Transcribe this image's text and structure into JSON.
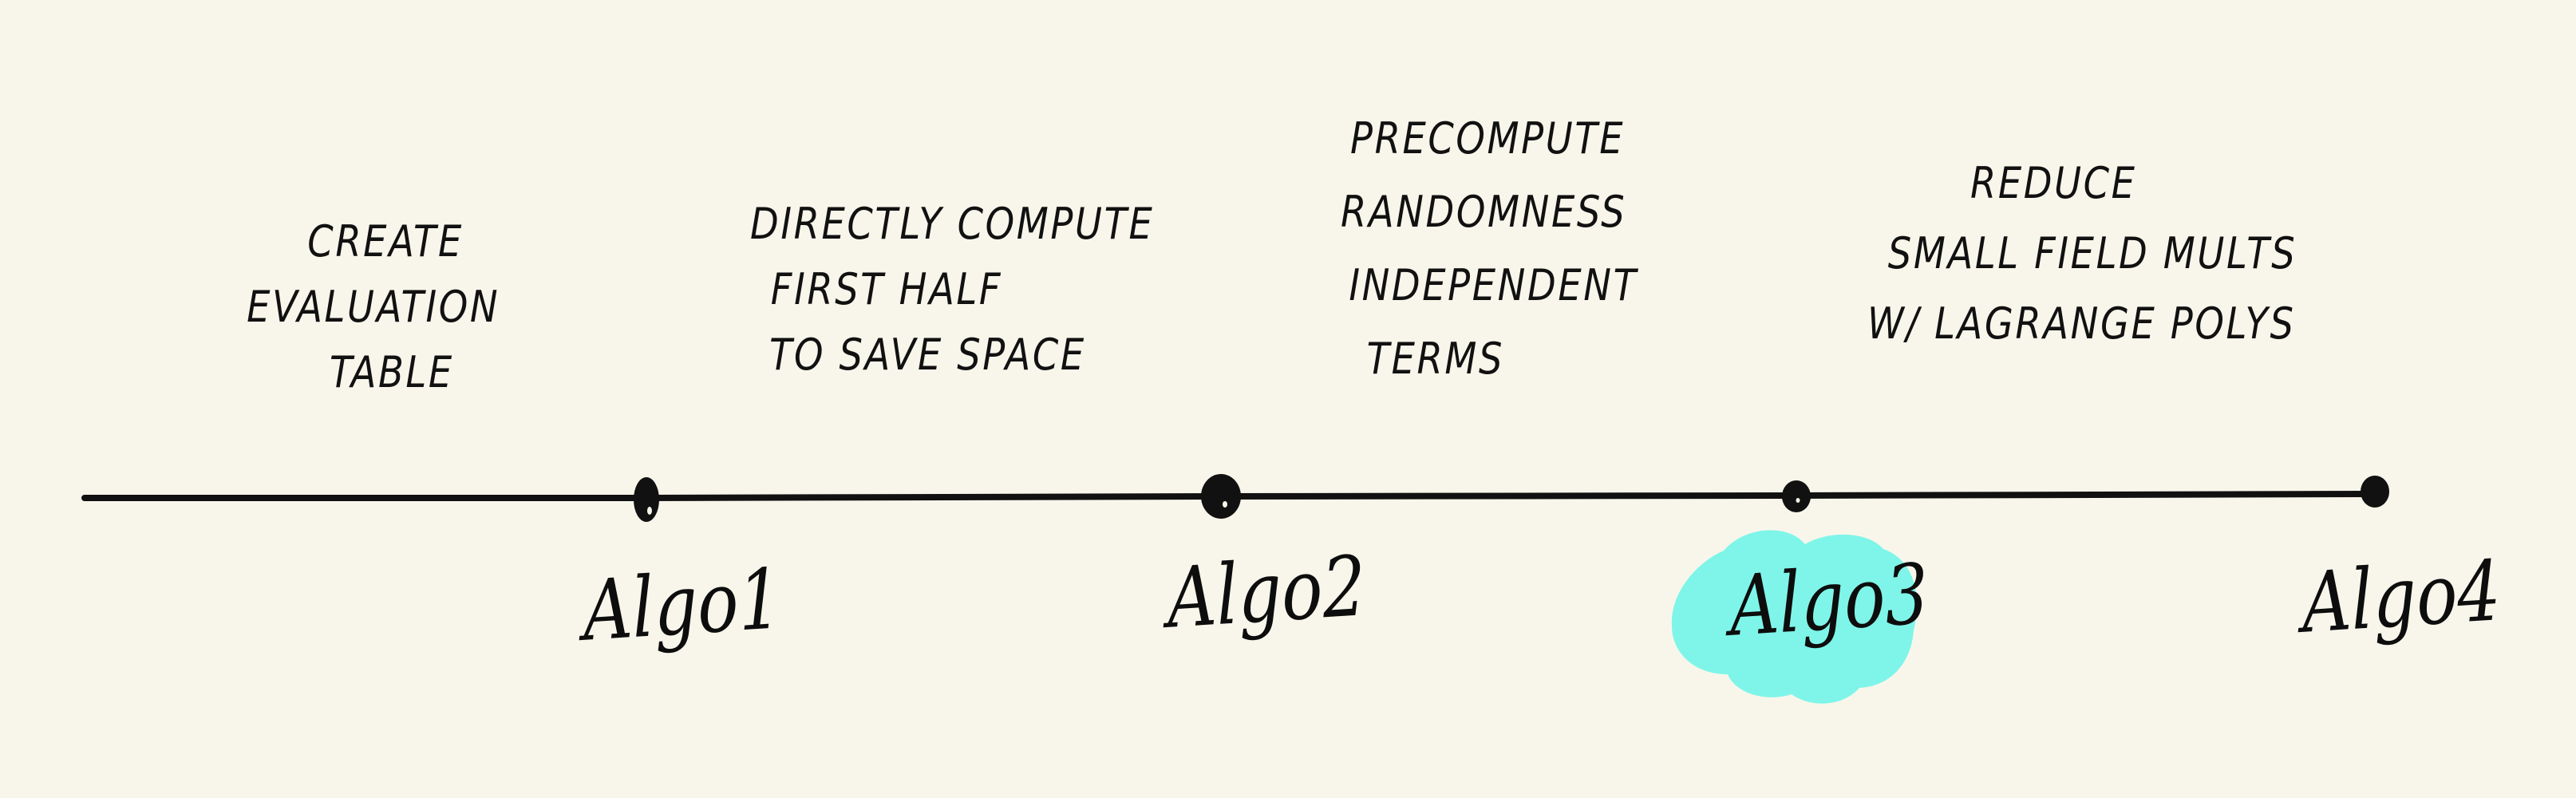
{
  "diagram": {
    "type": "timeline",
    "background_color": "#f8f6eb",
    "line_color": "#111111",
    "highlight_color": "#7ff5e9",
    "highlighted_milestone": "Algo3",
    "milestones": [
      {
        "label": "Algo1",
        "description_lines": [
          "CREATE",
          "EVALUATION",
          "TABLE"
        ]
      },
      {
        "label": "Algo2",
        "description_lines": [
          "DIRECTLY COMPUTE",
          "FIRST HALF",
          "TO SAVE SPACE"
        ]
      },
      {
        "label": "Algo3",
        "description_lines": [
          "PRECOMPUTE",
          "RANDOMNESS",
          "INDEPENDENT",
          "TERMS"
        ]
      },
      {
        "label": "Algo4",
        "description_lines": [
          "REDUCE",
          "SMALL FIELD MULTS",
          "W/ LAGRANGE POLYS"
        ]
      }
    ]
  }
}
